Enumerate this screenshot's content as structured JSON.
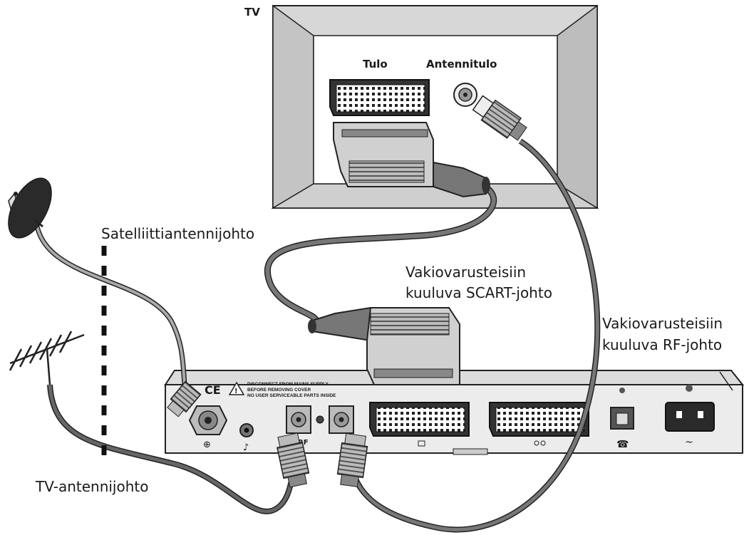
{
  "tv": {
    "title": "TV",
    "input_label": "Tulo",
    "antenna_input_label": "Antennitulo"
  },
  "cables": {
    "satellite": "Satelliittiantennijohto",
    "scart_line1": "Vakiovarusteisiin",
    "scart_line2": "kuuluva SCART-johto",
    "rf_line1": "Vakiovarusteisiin",
    "rf_line2": "kuuluva RF-johto",
    "tv_antenna": "TV-antennijohto"
  },
  "receiver": {
    "ce_mark": "CE",
    "warning_line1": "DISCONNECT FROM MAINS SUPPLY",
    "warning_line2": "BEFORE REMOVING COVER",
    "warning_line3": "NO USER SERVICEABLE PARTS INSIDE",
    "rf_label": "RF"
  },
  "icons": [
    "satellite-dish-icon",
    "tv-antenna-icon",
    "scart-plug-icon",
    "rf-plug-icon",
    "phone-icon",
    "power-icon"
  ]
}
